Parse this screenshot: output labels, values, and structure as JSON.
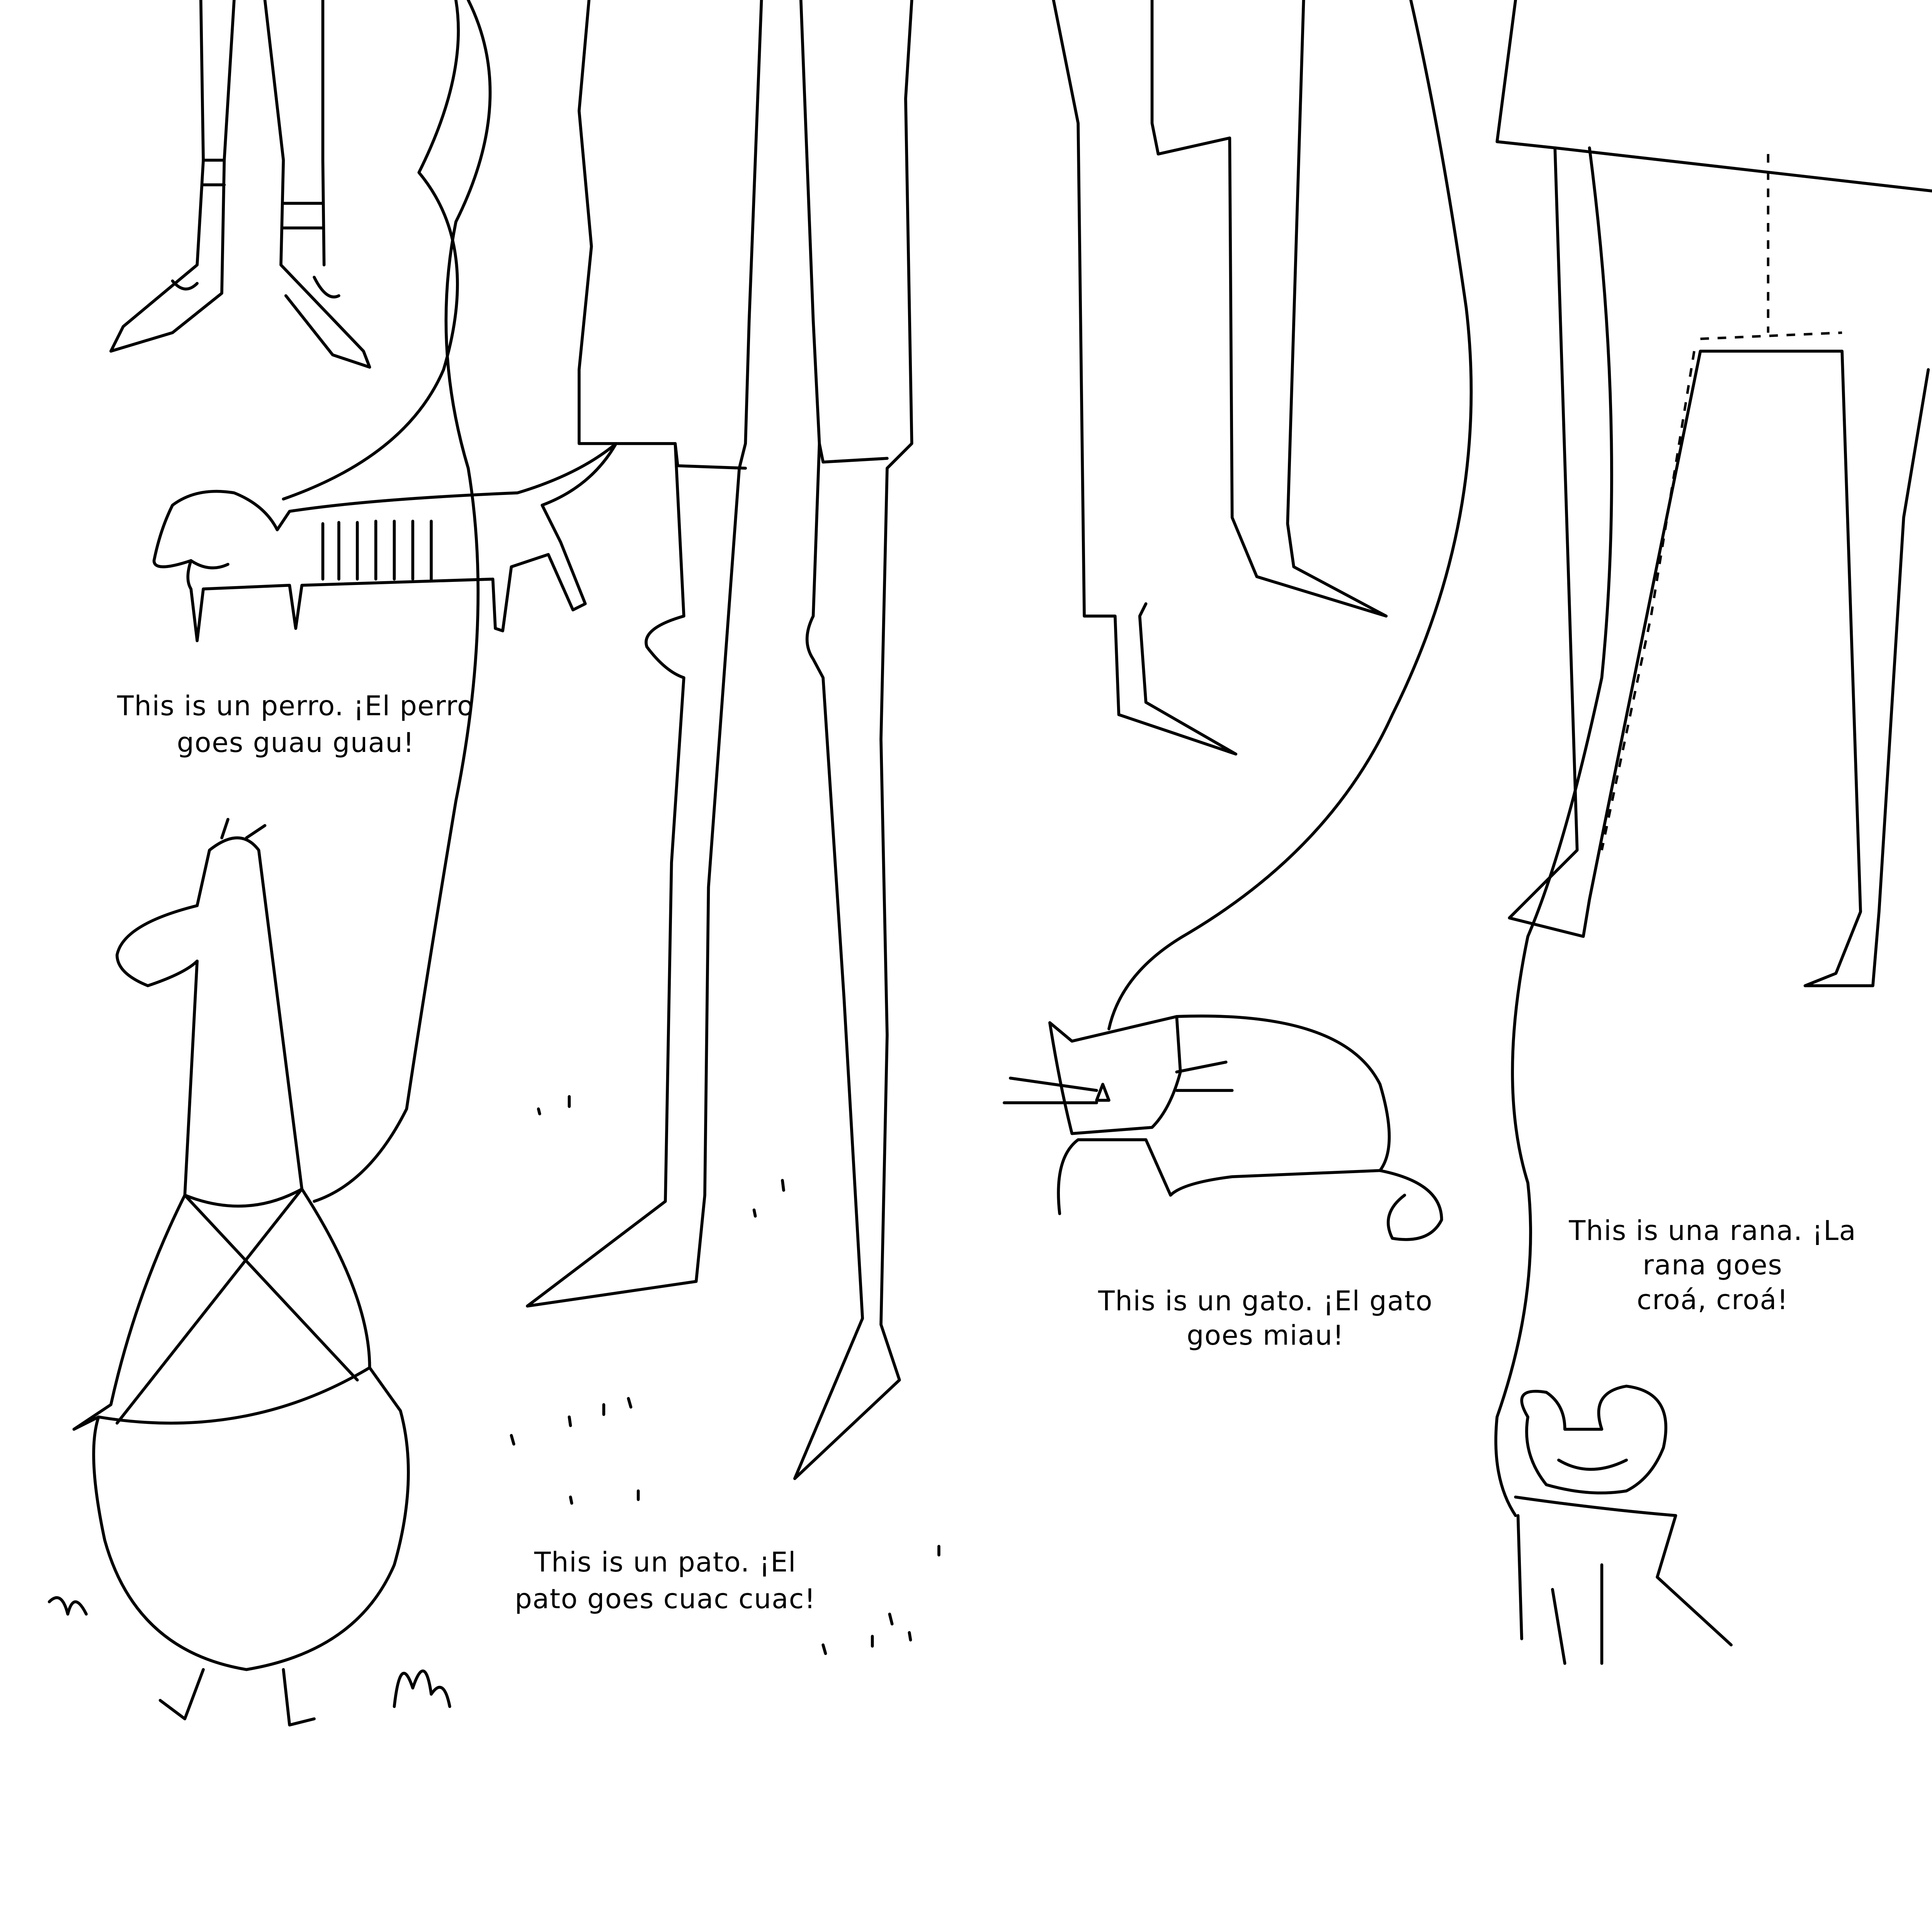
{
  "captions": {
    "perro": [
      "This is un perro. ¡El perro",
      "goes guau guau!"
    ],
    "pato": [
      "This is un pato. ¡El",
      "pato goes cuac cuac!"
    ],
    "gato": [
      "This is un gato. ¡El gato",
      "goes miau!"
    ],
    "rana": [
      "This is una rana. ¡La",
      "rana goes",
      "croá, croá!"
    ]
  },
  "colors": {
    "ink": "#000000",
    "paper": "#ffffff"
  }
}
